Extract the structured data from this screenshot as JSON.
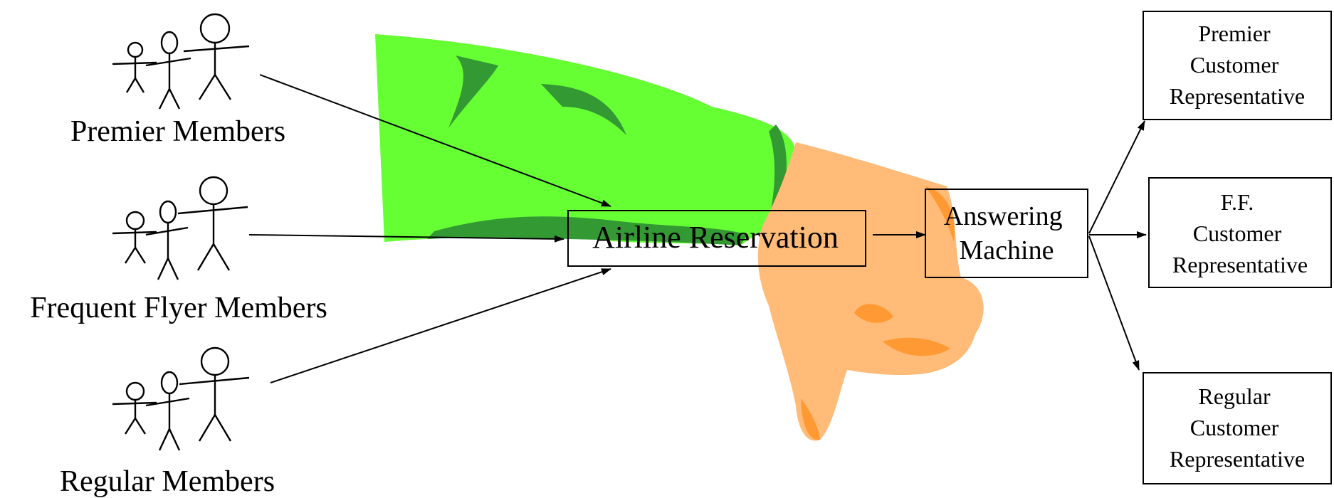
{
  "groups": {
    "premier": "Premier Members",
    "frequent_flyer": "Frequent Flyer Members",
    "regular": "Regular Members"
  },
  "system": "Airline Reservation",
  "answering_machine": [
    "Answering",
    "Machine"
  ],
  "representatives": {
    "premier": [
      "Premier",
      "Customer",
      "Representative"
    ],
    "ff": [
      "F.F.",
      "Customer",
      "Representative"
    ],
    "regular": [
      "Regular",
      "Customer",
      "Representative"
    ]
  },
  "icons": {
    "actor": "stick-figure-icon",
    "hand": "thumbs-down-hand-icon"
  },
  "colors": {
    "sleeve": "#66ff33",
    "sleeve_shade": "#339933",
    "hand": "#ffbb77",
    "hand_shade": "#ff9933"
  }
}
